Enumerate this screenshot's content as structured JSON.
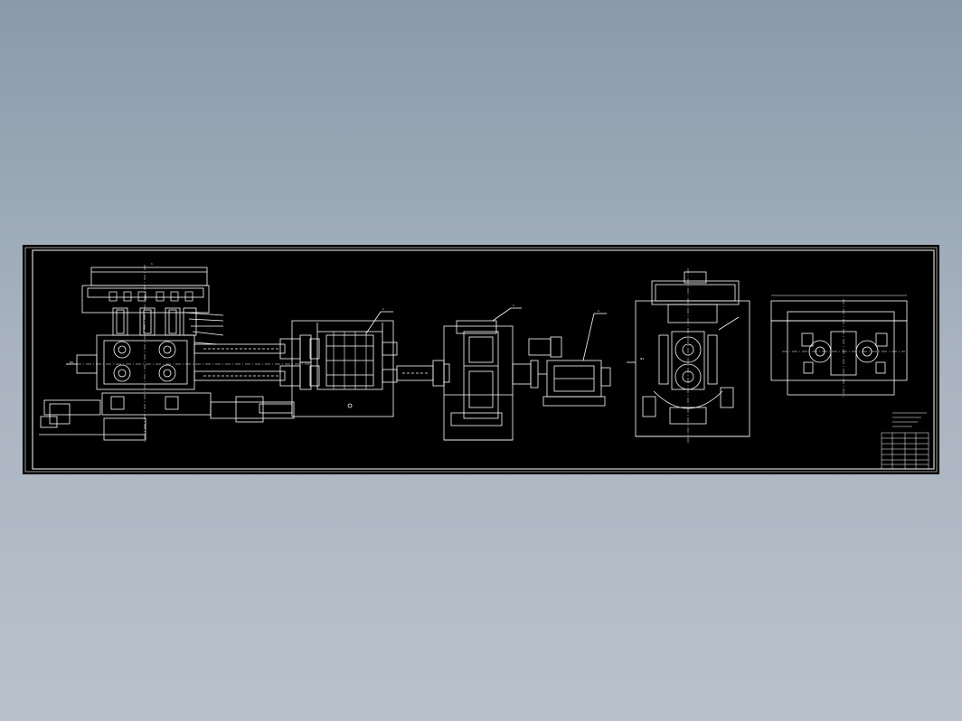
{
  "drawing": {
    "background_color": "#000000",
    "line_color": "#ffffff",
    "viewer_background": [
      "#8a9aaa",
      "#b9c2cc"
    ],
    "views": [
      "rolling-stand-front-view",
      "pinion-stand-view",
      "reducer-view",
      "motor-coupling-view",
      "stand-side-section-view",
      "stand-top-view"
    ]
  }
}
